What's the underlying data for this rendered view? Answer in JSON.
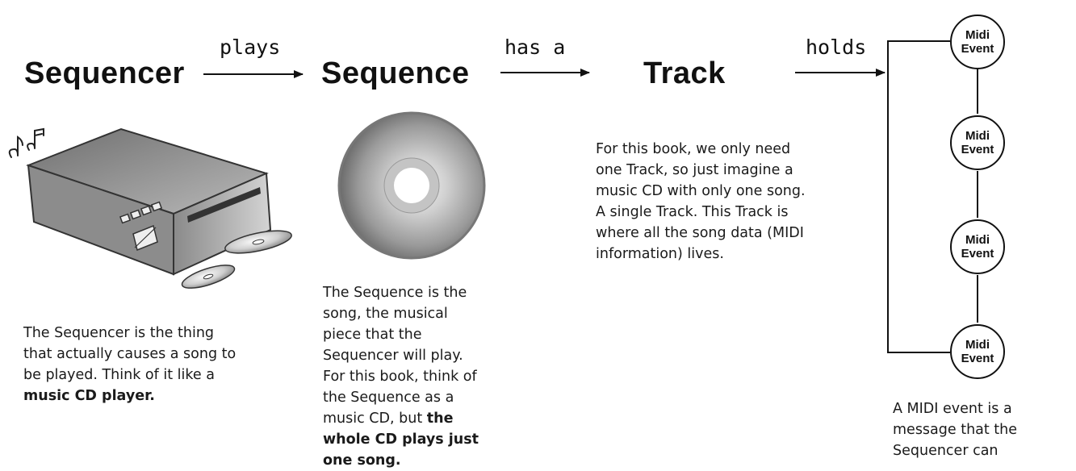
{
  "nodes": {
    "sequencer": "Sequencer",
    "sequence": "Sequence",
    "track": "Track"
  },
  "edges": {
    "plays": "plays",
    "has_a": "has a",
    "holds": "holds"
  },
  "midi_event": {
    "line1": "Midi",
    "line2": "Event",
    "count": 4
  },
  "descriptions": {
    "sequencer": {
      "text": "The Sequencer is the thing that actually causes a song to be played. Think of it like a ",
      "bold": "music CD player."
    },
    "sequence": {
      "text": "The Sequence is the song, the musical piece that the Sequencer will play. For this book, think of the Sequence as a music CD, but ",
      "bold": "the whole CD plays just one song."
    },
    "track": {
      "text": "For this book, we only need one Track, so just imagine a music CD with only one song. A single Track. This Track is where all the song data (MIDI information) lives."
    },
    "midi_event": {
      "text": "A MIDI event is a message that the Sequencer can"
    }
  },
  "illustrations": [
    "cd-player-sketch",
    "music-notes-icon",
    "compact-disc-sketch"
  ]
}
